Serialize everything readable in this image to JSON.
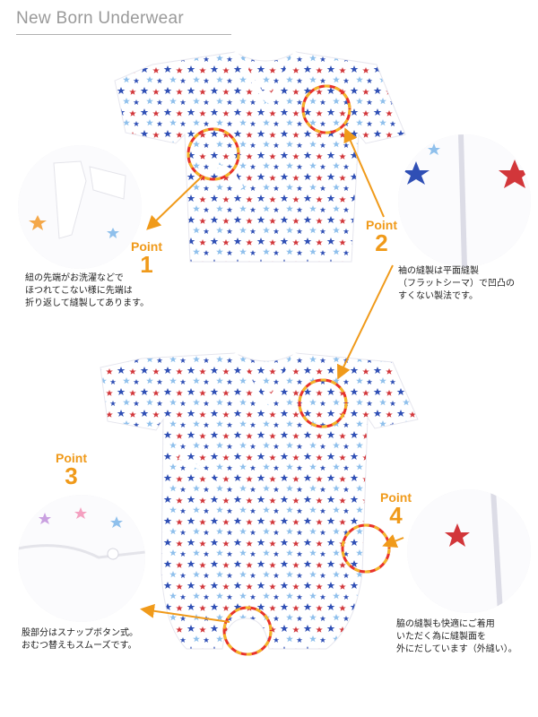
{
  "header": {
    "title": "New Born Underwear"
  },
  "points": [
    {
      "word": "Point",
      "number": "1",
      "lines": [
        "紐の先端がお洗濯などで",
        "ほつれてこない様に先端は",
        "折り返して縫製してあります。"
      ]
    },
    {
      "word": "Point",
      "number": "2",
      "lines": [
        "袖の縫製は平面縫製",
        "（フラットシーマ）で凹凸の",
        "すくない製法です。"
      ]
    },
    {
      "word": "Point",
      "number": "3",
      "lines": [
        "股部分はスナップボタン式。",
        "おむつ替えもスムーズです。"
      ]
    },
    {
      "word": "Point",
      "number": "4",
      "lines": [
        "脇の縫製も快適にご着用",
        "いただく為に縫製面を",
        "外にだしています（外縫い）。"
      ]
    }
  ],
  "colors": {
    "accent": "#f09a1a",
    "highlight_ring": "#e8322a",
    "star_blue": "#2f4fb5",
    "star_red": "#d2363a",
    "star_lightblue": "#8fc0ec"
  },
  "icons": [
    "star-pattern",
    "arrow",
    "highlight-circle"
  ]
}
